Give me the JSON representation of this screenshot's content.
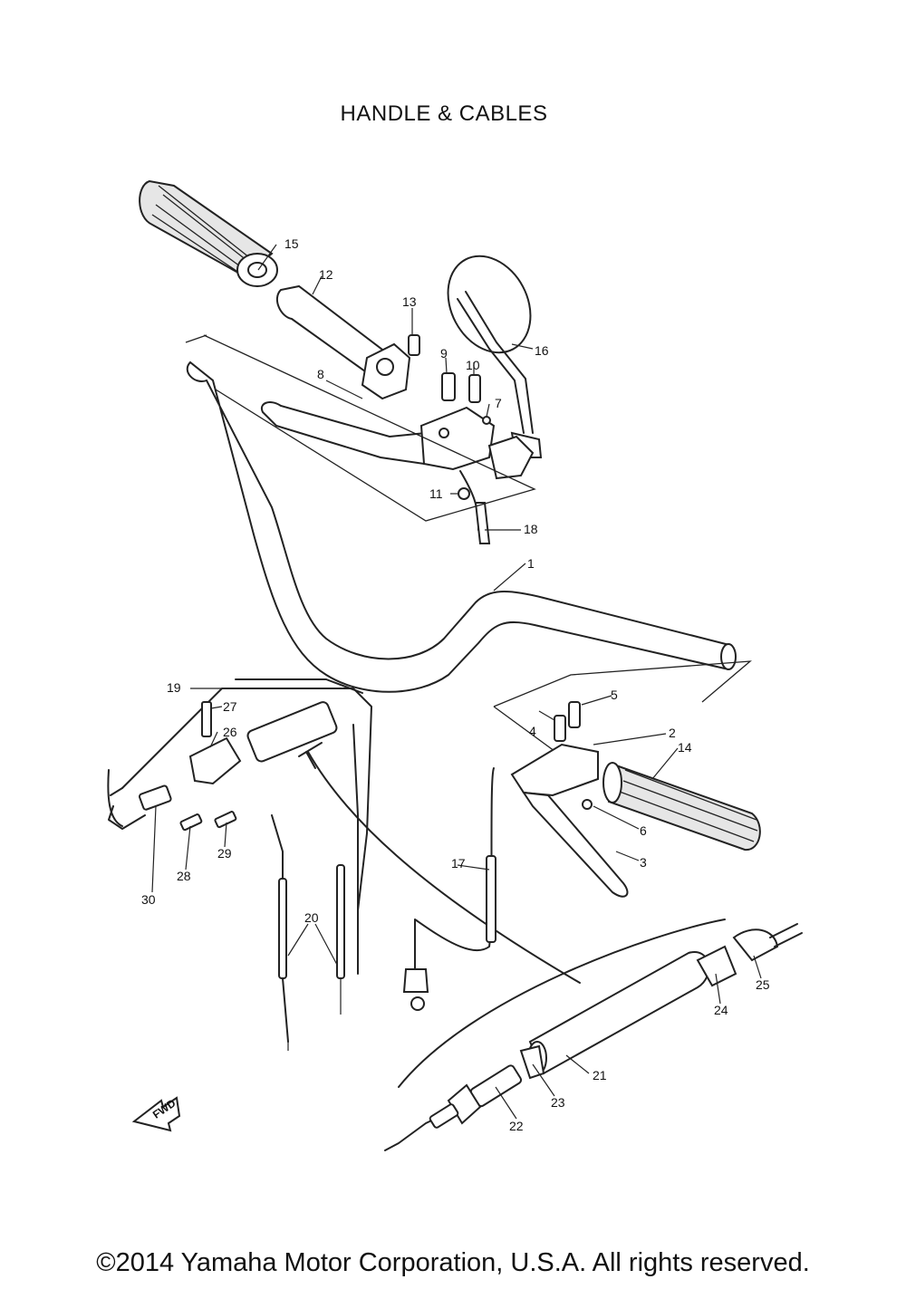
{
  "title": "HANDLE & CABLES",
  "footer": "©2014 Yamaha Motor Corporation, U.S.A. All rights reserved.",
  "direction_marker": "FWD",
  "callouts": [
    {
      "id": "c1",
      "label": "1"
    },
    {
      "id": "c2",
      "label": "2"
    },
    {
      "id": "c3",
      "label": "3"
    },
    {
      "id": "c4",
      "label": "4"
    },
    {
      "id": "c5",
      "label": "5"
    },
    {
      "id": "c6",
      "label": "6"
    },
    {
      "id": "c7",
      "label": "7"
    },
    {
      "id": "c8",
      "label": "8"
    },
    {
      "id": "c9",
      "label": "9"
    },
    {
      "id": "c10",
      "label": "10"
    },
    {
      "id": "c11",
      "label": "11"
    },
    {
      "id": "c12",
      "label": "12"
    },
    {
      "id": "c13",
      "label": "13"
    },
    {
      "id": "c14",
      "label": "14"
    },
    {
      "id": "c15",
      "label": "15"
    },
    {
      "id": "c16",
      "label": "16"
    },
    {
      "id": "c17",
      "label": "17"
    },
    {
      "id": "c18",
      "label": "18"
    },
    {
      "id": "c19",
      "label": "19"
    },
    {
      "id": "c20",
      "label": "20"
    },
    {
      "id": "c21",
      "label": "21"
    },
    {
      "id": "c22",
      "label": "22"
    },
    {
      "id": "c23",
      "label": "23"
    },
    {
      "id": "c24",
      "label": "24"
    },
    {
      "id": "c25",
      "label": "25"
    },
    {
      "id": "c26",
      "label": "26"
    },
    {
      "id": "c27",
      "label": "27"
    },
    {
      "id": "c28",
      "label": "28"
    },
    {
      "id": "c29",
      "label": "29"
    },
    {
      "id": "c30",
      "label": "30"
    }
  ]
}
